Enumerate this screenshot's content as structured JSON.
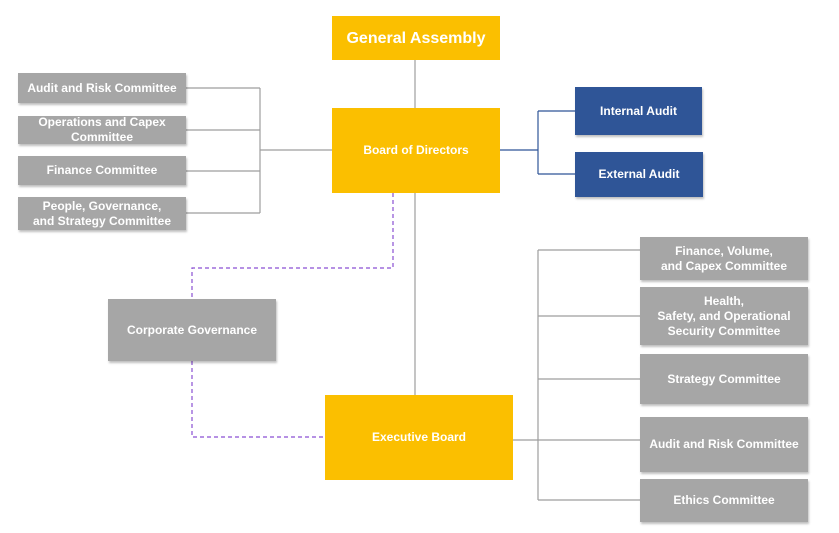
{
  "colors": {
    "primary": "#fbbf00",
    "committee": "#a6a6a6",
    "audit": "#2f5597",
    "connector": "#9e9e9e",
    "audit_connector": "#2f5597",
    "dashed_link": "#8a4fd3"
  },
  "nodes": {
    "general_assembly": "General Assembly",
    "board_of_directors": "Board of Directors",
    "executive_board": "Executive Board",
    "corporate_governance": "Corporate Governance",
    "internal_audit": "Internal Audit",
    "external_audit": "External Audit"
  },
  "board_committees": [
    "Audit and Risk Committee",
    "Operations and Capex\nCommittee",
    "Finance Committee",
    "People, Governance,\nand Strategy Committee"
  ],
  "executive_committees": [
    "Finance, Volume,\nand Capex Committee",
    "Health,\nSafety, and Operational\nSecurity Committee",
    "Strategy Committee",
    "Audit and Risk Committee",
    "Ethics Committee"
  ]
}
